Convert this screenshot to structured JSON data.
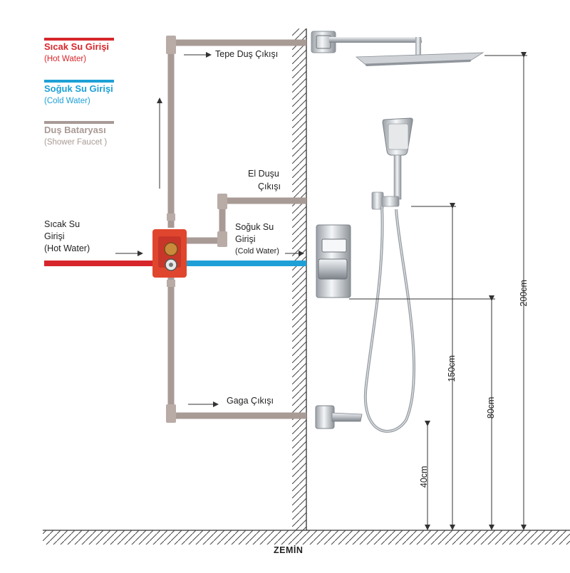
{
  "legend": {
    "hot": {
      "title": "Sıcak Su Girişi",
      "subtitle": "(Hot Water)",
      "color": "#d7262b"
    },
    "cold": {
      "title": "Soğuk Su Girişi",
      "subtitle": "(Cold Water)",
      "color": "#1ea0d6"
    },
    "faucet": {
      "title": "Duş Bataryası",
      "subtitle": "(Shower Faucet )",
      "color": "#a89a95"
    }
  },
  "outlets": {
    "top_shower": "Tepe Duş Çıkışı",
    "hand_shower_line1": "El Duşu",
    "hand_shower_line2": "Çıkışı",
    "spout": "Gaga Çıkışı"
  },
  "inlets": {
    "hot": {
      "line1": "Sıcak Su",
      "line2": "Girişi",
      "line3": "(Hot Water)"
    },
    "cold": {
      "line1": "Soğuk Su",
      "line2": "Girişi",
      "line3": "(Cold Water)"
    }
  },
  "dimensions": {
    "spout_height": "40cm",
    "mixer_height": "80cm",
    "hand_holder_height": "150cm",
    "head_height": "200cm"
  },
  "floor_label": "ZEMİN",
  "colors": {
    "pipe": "#a89a95",
    "pipe_joint": "#b9aca7",
    "hot_pipe": "#d7262b",
    "cold_pipe": "#1ea0d6",
    "valve_box": "#e0462e",
    "wall_hatch": "#444444",
    "chrome": "#c8ccd0"
  },
  "icons": [
    "valve-box-icon",
    "shower-head-icon",
    "hand-shower-icon",
    "mixer-plate-icon",
    "spout-icon",
    "hose-icon"
  ]
}
